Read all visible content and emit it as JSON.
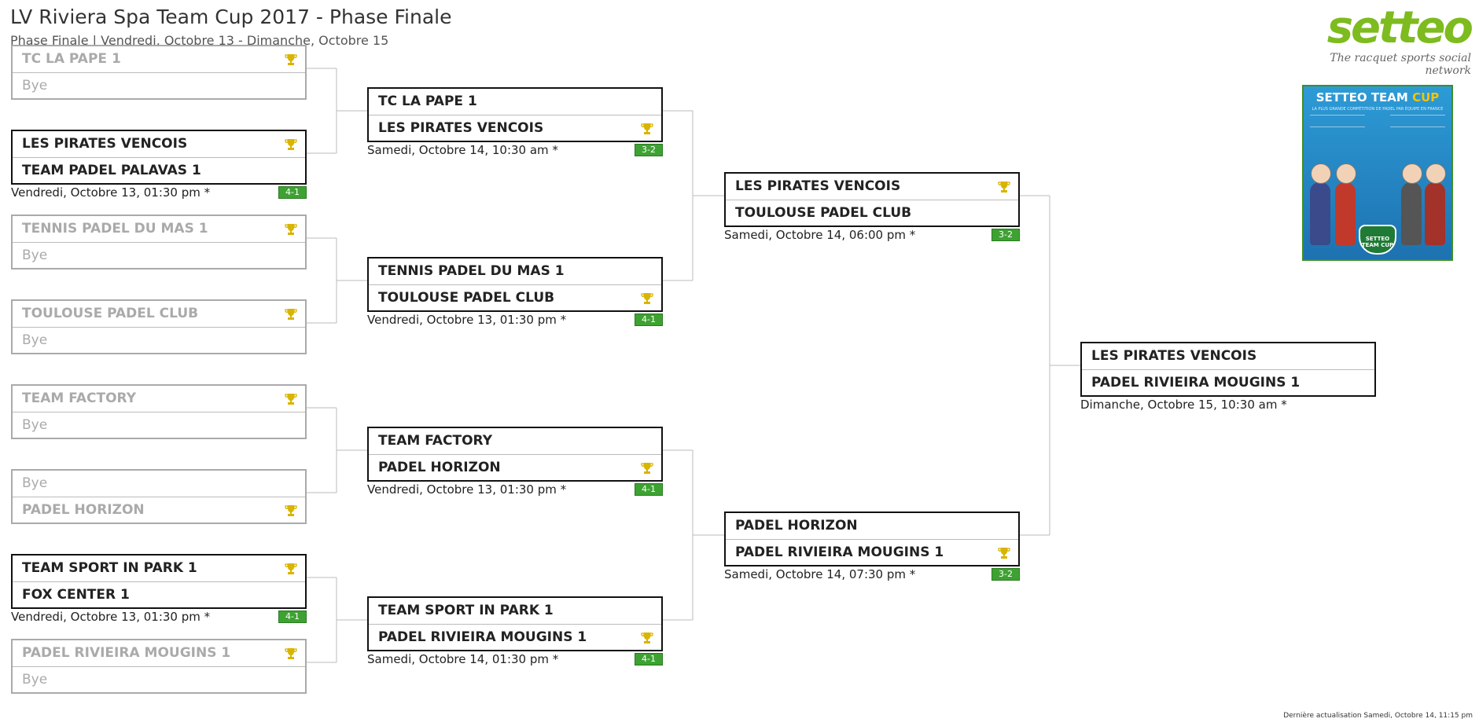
{
  "page": {
    "title": "LV Riviera Spa Team Cup 2017 - Phase Finale",
    "subtitle": "Phase Finale | Vendredi, Octobre 13 - Dimanche, Octobre 15"
  },
  "brand": {
    "name": "setteo",
    "tagline": "The racquet sports social network",
    "poster_title_a": "SETTEO TEAM ",
    "poster_title_b": "CUP",
    "poster_subtitle": "LA PLUS GRANDE COMPÉTITION DE PADEL PAR ÉQUIPE EN FRANCE",
    "poster_badge": "SETTEO TEAM CUP",
    "color": "#7dbb1f"
  },
  "round1": [
    {
      "t1": "TC LA PAPE 1",
      "t2": "Bye",
      "bye": 2,
      "winner": 1,
      "active": false,
      "date": "",
      "score": ""
    },
    {
      "t1": "LES PIRATES VENCOIS",
      "t2": "TEAM PADEL PALAVAS 1",
      "bye": 0,
      "winner": 1,
      "active": true,
      "date": "Vendredi, Octobre 13, 01:30 pm *",
      "score": "4-1"
    },
    {
      "t1": "TENNIS PADEL DU MAS 1",
      "t2": "Bye",
      "bye": 2,
      "winner": 1,
      "active": false,
      "date": "",
      "score": ""
    },
    {
      "t1": "TOULOUSE PADEL CLUB",
      "t2": "Bye",
      "bye": 2,
      "winner": 1,
      "active": false,
      "date": "",
      "score": ""
    },
    {
      "t1": "TEAM FACTORY",
      "t2": "Bye",
      "bye": 2,
      "winner": 1,
      "active": false,
      "date": "",
      "score": ""
    },
    {
      "t1": "Bye",
      "t2": "PADEL HORIZON",
      "bye": 1,
      "winner": 2,
      "active": false,
      "date": "",
      "score": ""
    },
    {
      "t1": "TEAM SPORT IN PARK 1",
      "t2": "FOX CENTER 1",
      "bye": 0,
      "winner": 1,
      "active": true,
      "date": "Vendredi, Octobre 13, 01:30 pm *",
      "score": "4-1"
    },
    {
      "t1": "PADEL RIVIEIRA MOUGINS 1",
      "t2": "Bye",
      "bye": 2,
      "winner": 1,
      "active": false,
      "date": "",
      "score": ""
    }
  ],
  "round2": [
    {
      "t1": "TC LA PAPE 1",
      "t2": "LES PIRATES VENCOIS",
      "bye": 0,
      "winner": 2,
      "active": true,
      "date": "Samedi, Octobre 14, 10:30 am *",
      "score": "3-2"
    },
    {
      "t1": "TENNIS PADEL DU MAS 1",
      "t2": "TOULOUSE PADEL CLUB",
      "bye": 0,
      "winner": 2,
      "active": true,
      "date": "Vendredi, Octobre 13, 01:30 pm *",
      "score": "4-1"
    },
    {
      "t1": "TEAM FACTORY",
      "t2": "PADEL HORIZON",
      "bye": 0,
      "winner": 2,
      "active": true,
      "date": "Vendredi, Octobre 13, 01:30 pm *",
      "score": "4-1"
    },
    {
      "t1": "TEAM SPORT IN PARK 1",
      "t2": "PADEL RIVIEIRA MOUGINS 1",
      "bye": 0,
      "winner": 2,
      "active": true,
      "date": "Samedi, Octobre 14, 01:30 pm *",
      "score": "4-1"
    }
  ],
  "round3": [
    {
      "t1": "LES PIRATES VENCOIS",
      "t2": "TOULOUSE PADEL CLUB",
      "bye": 0,
      "winner": 1,
      "active": true,
      "date": "Samedi, Octobre 14, 06:00 pm *",
      "score": "3-2"
    },
    {
      "t1": "PADEL HORIZON",
      "t2": "PADEL RIVIEIRA MOUGINS 1",
      "bye": 0,
      "winner": 2,
      "active": true,
      "date": "Samedi, Octobre 14, 07:30 pm *",
      "score": "3-2"
    }
  ],
  "final": [
    {
      "t1": "LES PIRATES VENCOIS",
      "t2": "PADEL RIVIEIRA MOUGINS 1",
      "bye": 0,
      "winner": 0,
      "active": true,
      "date": "Dimanche, Octobre 15, 10:30 am *",
      "score": ""
    }
  ],
  "footer": "Dernière actualisation Samedi, Octobre 14, 11:15 pm",
  "colors": {
    "score_bg": "#3ea232",
    "trophy": "#d9b400",
    "border_active": "#111111",
    "border_inactive": "#aaaaaa"
  }
}
